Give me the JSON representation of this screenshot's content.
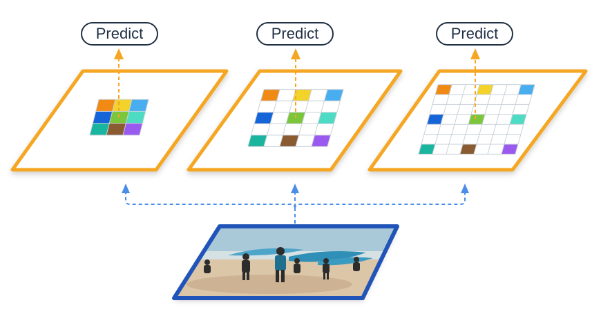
{
  "predict_labels": [
    "Predict",
    "Predict",
    "Predict"
  ],
  "colors": {
    "panel_border": "#f5a623",
    "arrow_orange": "#f5a623",
    "arrow_blue": "#4a8ee8",
    "grid_line": "#c9d1da",
    "image_border": "#2154b8",
    "pill_border": "#1f2f44"
  },
  "patch_palette": {
    "orange": "#f08a15",
    "yellow": "#f3d22a",
    "light_blue": "#49aef0",
    "blue": "#1565d8",
    "green": "#7bc63a",
    "teal_light": "#4edbc4",
    "teal": "#19b59e",
    "brown": "#8a5a30",
    "purple": "#9a5af0"
  },
  "panels": [
    {
      "name": "fine-scale-grid",
      "grid_size": 3,
      "dilation": 1
    },
    {
      "name": "medium-scale-grid",
      "grid_size": 5,
      "dilation": 2
    },
    {
      "name": "coarse-scale-grid",
      "grid_size": 7,
      "dilation": 3
    }
  ],
  "input_image": {
    "name": "beach-surfers-photo"
  }
}
